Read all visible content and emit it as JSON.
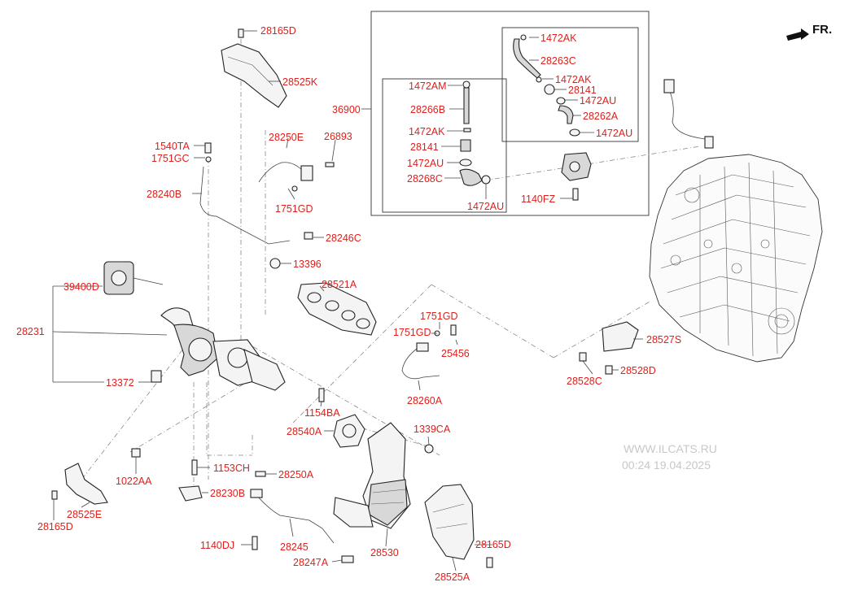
{
  "watermark": {
    "line1": "WWW.ILCATS.RU",
    "line2": "00:24 19.04.2025"
  },
  "direction": "FR.",
  "labels": {
    "l28165D_top": "28165D",
    "l28525K": "28525K",
    "l1540TA": "1540TA",
    "l1751GC": "1751GC",
    "l28250E": "28250E",
    "l26893": "26893",
    "l28240B": "28240B",
    "l1751GD_a": "1751GD",
    "l28246C": "28246C",
    "l13396": "13396",
    "l39400D": "39400D",
    "l28231": "28231",
    "l13372": "13372",
    "l28521A": "28521A",
    "l1751GD_b": "1751GD",
    "l1751GD_c": "1751GD",
    "l25456": "25456",
    "l28260A": "28260A",
    "l1154BA": "1154BA",
    "l28540A": "28540A",
    "l1339CA": "1339CA",
    "l1022AA": "1022AA",
    "l1153CH": "1153CH",
    "l28250A": "28250A",
    "l28230B": "28230B",
    "l28525E": "28525E",
    "l28165D_left": "28165D",
    "l1140DJ": "1140DJ",
    "l28245": "28245",
    "l28530": "28530",
    "l28247A": "28247A",
    "l28525A": "28525A",
    "l28165D_right": "28165D",
    "l28527S": "28527S",
    "l28528C": "28528C",
    "l28528D": "28528D",
    "l36900": "36900",
    "l1472AM": "1472AM",
    "l28266B": "28266B",
    "l1472AK_a": "1472AK",
    "l28141_a": "28141",
    "l1472AU_a": "1472AU",
    "l28268C": "28268C",
    "l1472AU_b": "1472AU",
    "l1472AK_b": "1472AK",
    "l28263C": "28263C",
    "l1472AK_c": "1472AK",
    "l28141_b": "28141",
    "l1472AU_c": "1472AU",
    "l28262A": "28262A",
    "l1472AU_d": "1472AU",
    "l1140FZ": "1140FZ"
  }
}
